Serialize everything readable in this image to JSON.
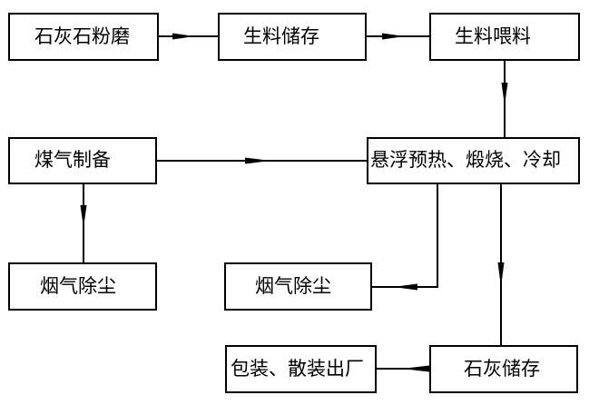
{
  "nodes": [
    {
      "id": "limestone-grinding",
      "label": "石灰石粉磨"
    },
    {
      "id": "raw-storage",
      "label": "生料储存"
    },
    {
      "id": "raw-feeding",
      "label": "生料喂料"
    },
    {
      "id": "gas-making",
      "label": "煤气制备"
    },
    {
      "id": "preheat-calcine-cool",
      "label": "悬浮预热、煅烧、冷却"
    },
    {
      "id": "dust-left",
      "label": "烟气除尘"
    },
    {
      "id": "dust-right",
      "label": "烟气除尘"
    },
    {
      "id": "lime-storage",
      "label": "石灰储存"
    },
    {
      "id": "packaging",
      "label": "包装、散装出厂"
    }
  ],
  "edges": [
    {
      "from": "limestone-grinding",
      "to": "raw-storage"
    },
    {
      "from": "raw-storage",
      "to": "raw-feeding"
    },
    {
      "from": "raw-feeding",
      "to": "preheat-calcine-cool"
    },
    {
      "from": "gas-making",
      "to": "preheat-calcine-cool"
    },
    {
      "from": "gas-making",
      "to": "dust-left"
    },
    {
      "from": "preheat-calcine-cool",
      "to": "dust-right"
    },
    {
      "from": "preheat-calcine-cool",
      "to": "lime-storage"
    },
    {
      "from": "lime-storage",
      "to": "packaging"
    }
  ]
}
